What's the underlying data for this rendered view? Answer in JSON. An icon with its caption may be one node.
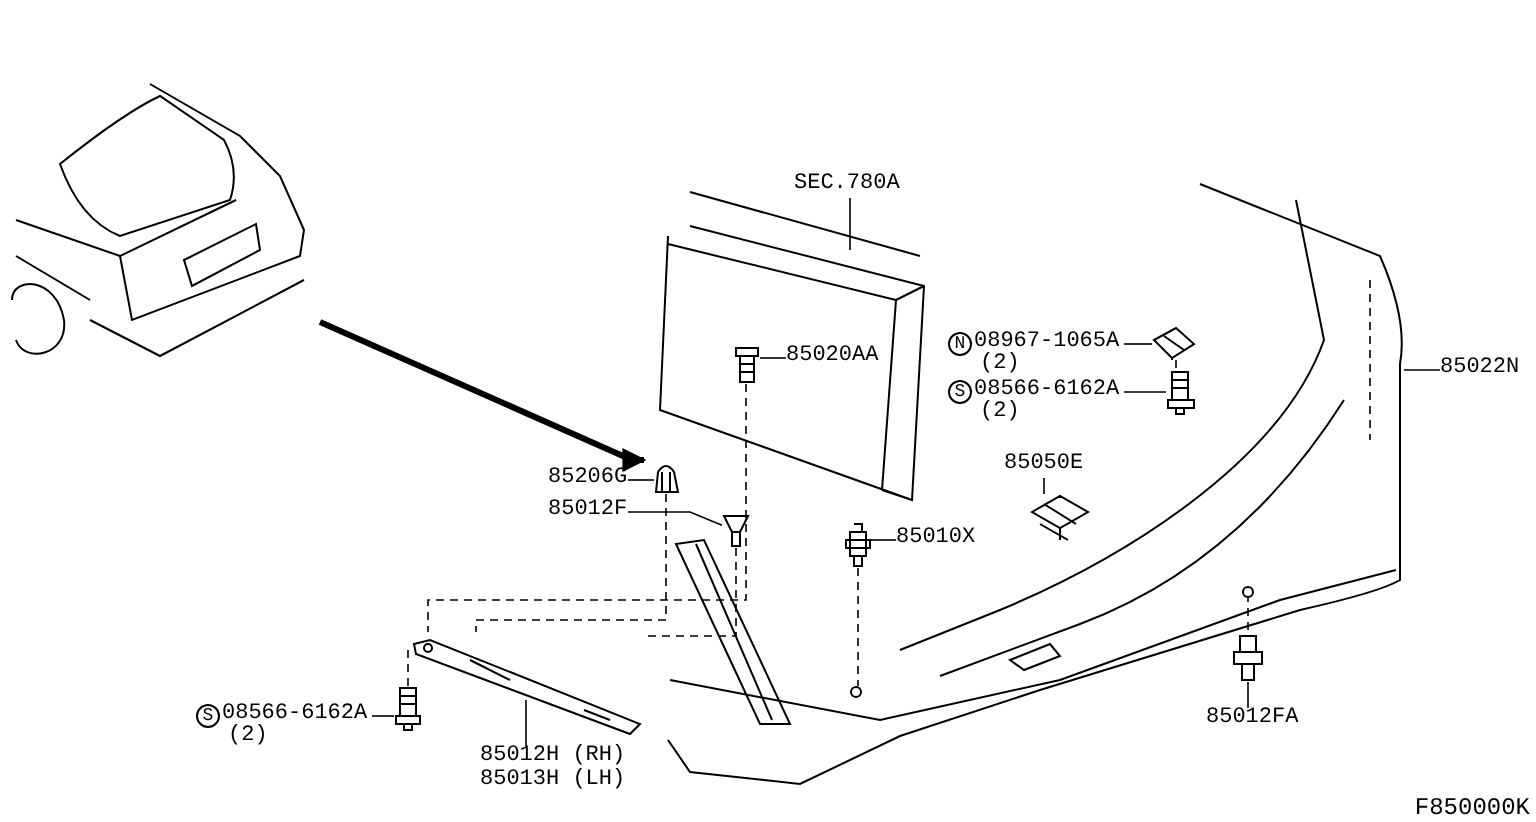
{
  "diagram": {
    "nodes": [
      {
        "text": [],
        "shape": "picture"
      },
      {
        "text": [
          "SEC.780A"
        ]
      },
      {
        "text": [],
        "shape": "picture"
      },
      {
        "text": [],
        "shape": "picture",
        "in": 2
      },
      {
        "text": [
          "85020AA"
        ],
        "in": 3
      },
      {
        "text": [],
        "shape": "picture",
        "in": 3
      },
      {
        "text": [
          "N",
          "08967-1065A",
          "(2)"
        ],
        "in": 2
      },
      {
        "text": [],
        "shape": "picture",
        "in": 2
      },
      {
        "text": [
          "S",
          "08566-6162A",
          "(2)"
        ],
        "in": 2
      },
      {
        "text": [],
        "shape": "picture",
        "in": 2
      },
      {
        "text": [
          "85022N"
        ]
      },
      {
        "text": [
          "85206G"
        ]
      },
      {
        "text": [],
        "shape": "picture",
        "in": 2
      },
      {
        "text": [
          "85012F"
        ]
      },
      {
        "text": [],
        "shape": "picture",
        "in": 2
      },
      {
        "text": [
          "85010X"
        ],
        "in": 2
      },
      {
        "text": [],
        "shape": "picture",
        "in": 2
      },
      {
        "text": [
          "85050E"
        ],
        "in": 2
      },
      {
        "text": [],
        "shape": "picture",
        "in": 2
      },
      {
        "text": [
          "S",
          "08566-6162A",
          "(2)"
        ]
      },
      {
        "text": [],
        "shape": "picture"
      },
      {
        "text": [
          "85012H (RH)",
          "85013H (LH)"
        ]
      },
      {
        "text": [],
        "shape": "picture"
      },
      {
        "text": [
          "85012FA"
        ],
        "in": 2
      },
      {
        "text": [],
        "shape": "picture",
        "in": 2
      },
      {
        "text": [],
        "shape": "circle",
        "in": 2
      },
      {
        "text": [],
        "shape": "circle",
        "in": 2
      }
    ],
    "edges": [
      {
        "from": 1,
        "to": 3,
        "arrow": "none"
      },
      {
        "from": 4,
        "to": 5,
        "arrow": "none"
      },
      {
        "from": 6,
        "to": 7,
        "arrow": "none"
      },
      {
        "from": 8,
        "to": 9,
        "arrow": "none"
      },
      {
        "from": 10,
        "to": 2,
        "arrow": "none"
      },
      {
        "from": 11,
        "to": 12,
        "arrow": "none"
      },
      {
        "from": 13,
        "to": 14,
        "arrow": "none"
      },
      {
        "from": 15,
        "to": 16,
        "arrow": "none"
      },
      {
        "from": 17,
        "to": 18,
        "arrow": "none"
      },
      {
        "from": 19,
        "to": 20,
        "arrow": "none"
      },
      {
        "from": 21,
        "to": 22,
        "arrow": "none"
      },
      {
        "from": 23,
        "to": 24,
        "arrow": "none"
      },
      {
        "from": 0,
        "to": 3,
        "arrow": "to",
        "style": "thick"
      },
      {
        "from": 5,
        "to": 22,
        "arrow": "none",
        "style": "dashed"
      },
      {
        "from": 12,
        "to": 22,
        "arrow": "none",
        "style": "dashed"
      },
      {
        "from": 14,
        "to": 22,
        "arrow": "none",
        "style": "dashed"
      },
      {
        "from": 20,
        "to": 22,
        "arrow": "none",
        "style": "dashed"
      },
      {
        "from": 16,
        "to": 25,
        "arrow": "none",
        "style": "dashed"
      },
      {
        "from": 24,
        "to": 26,
        "arrow": "none",
        "style": "dashed"
      }
    ],
    "labels": [
      "F850000K"
    ]
  }
}
